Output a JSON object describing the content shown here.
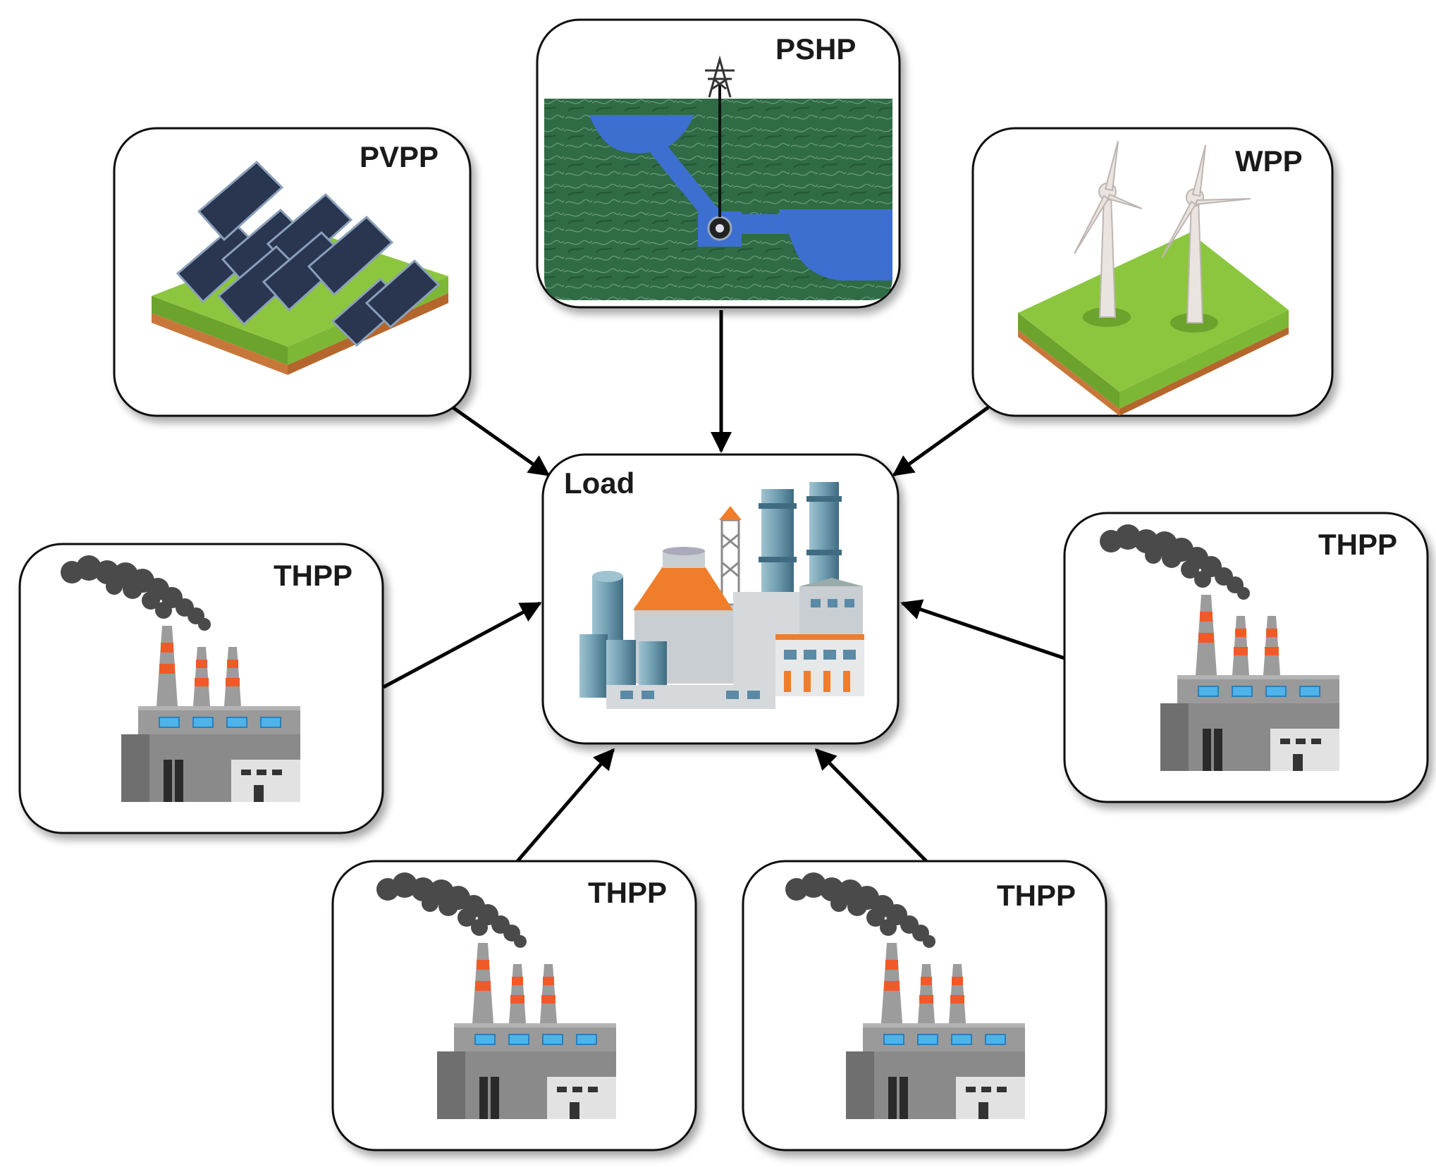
{
  "nodes": {
    "pshp": {
      "label": "PSHP"
    },
    "pvpp": {
      "label": "PVPP"
    },
    "wpp": {
      "label": "WPP"
    },
    "load": {
      "label": "Load"
    },
    "thpp1": {
      "label": "THPP"
    },
    "thpp2": {
      "label": "THPP"
    },
    "thpp3": {
      "label": "THPP"
    },
    "thpp4": {
      "label": "THPP"
    }
  },
  "edges": [
    {
      "from": "PVPP",
      "to": "Load"
    },
    {
      "from": "PSHP",
      "to": "Load"
    },
    {
      "from": "WPP",
      "to": "Load"
    },
    {
      "from": "THPP",
      "to": "Load"
    },
    {
      "from": "THPP",
      "to": "Load"
    },
    {
      "from": "THPP",
      "to": "Load"
    },
    {
      "from": "THPP",
      "to": "Load"
    }
  ],
  "colors": {
    "grass": "#8cc63f",
    "soil": "#c8773a",
    "water": "#3d6fd0",
    "forest": "#2f6b45",
    "smoke": "#4a4a4a",
    "stack_stripe": "#f05a28",
    "factory_gray": "#8e8e8e",
    "window_blue": "#4fb3ea",
    "refinery_orange": "#f07d2a",
    "refinery_teal": "#6f9db0"
  }
}
